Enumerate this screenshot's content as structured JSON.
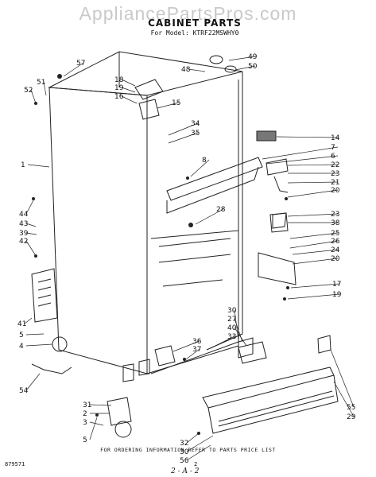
{
  "watermark": "AppliancePartsPros.com",
  "title": "CABINET PARTS",
  "subtitle": "For Model: KTRF22MSWHY0",
  "footer_note": "FOR ORDERING INFORMATION REFER TO PARTS PRICE LIST",
  "page_number": "2",
  "sheet_code": "879571",
  "section_code": "2 - A - 2",
  "callouts": [
    {
      "id": "57",
      "label": "57"
    },
    {
      "id": "51",
      "label": "51"
    },
    {
      "id": "52",
      "label": "52"
    },
    {
      "id": "18",
      "label": "18"
    },
    {
      "id": "19a",
      "label": "19"
    },
    {
      "id": "16",
      "label": "16"
    },
    {
      "id": "15",
      "label": "15"
    },
    {
      "id": "49",
      "label": "49"
    },
    {
      "id": "48",
      "label": "48"
    },
    {
      "id": "50",
      "label": "50"
    },
    {
      "id": "34",
      "label": "34"
    },
    {
      "id": "35",
      "label": "35"
    },
    {
      "id": "14",
      "label": "14"
    },
    {
      "id": "7",
      "label": "7"
    },
    {
      "id": "6",
      "label": "6"
    },
    {
      "id": "22",
      "label": "22"
    },
    {
      "id": "23a",
      "label": "23"
    },
    {
      "id": "21",
      "label": "21"
    },
    {
      "id": "20a",
      "label": "20"
    },
    {
      "id": "1",
      "label": "1"
    },
    {
      "id": "8",
      "label": "8"
    },
    {
      "id": "28",
      "label": "28"
    },
    {
      "id": "23b",
      "label": "23"
    },
    {
      "id": "38",
      "label": "38"
    },
    {
      "id": "25",
      "label": "25"
    },
    {
      "id": "26",
      "label": "26"
    },
    {
      "id": "24",
      "label": "24"
    },
    {
      "id": "20b",
      "label": "20"
    },
    {
      "id": "44",
      "label": "44"
    },
    {
      "id": "43",
      "label": "43"
    },
    {
      "id": "39",
      "label": "39"
    },
    {
      "id": "42",
      "label": "42"
    },
    {
      "id": "17",
      "label": "17"
    },
    {
      "id": "19b",
      "label": "19"
    },
    {
      "id": "41",
      "label": "41"
    },
    {
      "id": "5a",
      "label": "5"
    },
    {
      "id": "4",
      "label": "4"
    },
    {
      "id": "30a",
      "label": "30"
    },
    {
      "id": "27",
      "label": "27"
    },
    {
      "id": "40",
      "label": "40"
    },
    {
      "id": "33",
      "label": "33"
    },
    {
      "id": "36",
      "label": "36"
    },
    {
      "id": "37",
      "label": "37"
    },
    {
      "id": "31",
      "label": "31"
    },
    {
      "id": "2",
      "label": "2"
    },
    {
      "id": "3",
      "label": "3"
    },
    {
      "id": "54",
      "label": "54"
    },
    {
      "id": "5b",
      "label": "5"
    },
    {
      "id": "32",
      "label": "32"
    },
    {
      "id": "30b",
      "label": "30"
    },
    {
      "id": "56",
      "label": "56"
    },
    {
      "id": "55",
      "label": "55"
    },
    {
      "id": "29",
      "label": "29"
    }
  ]
}
